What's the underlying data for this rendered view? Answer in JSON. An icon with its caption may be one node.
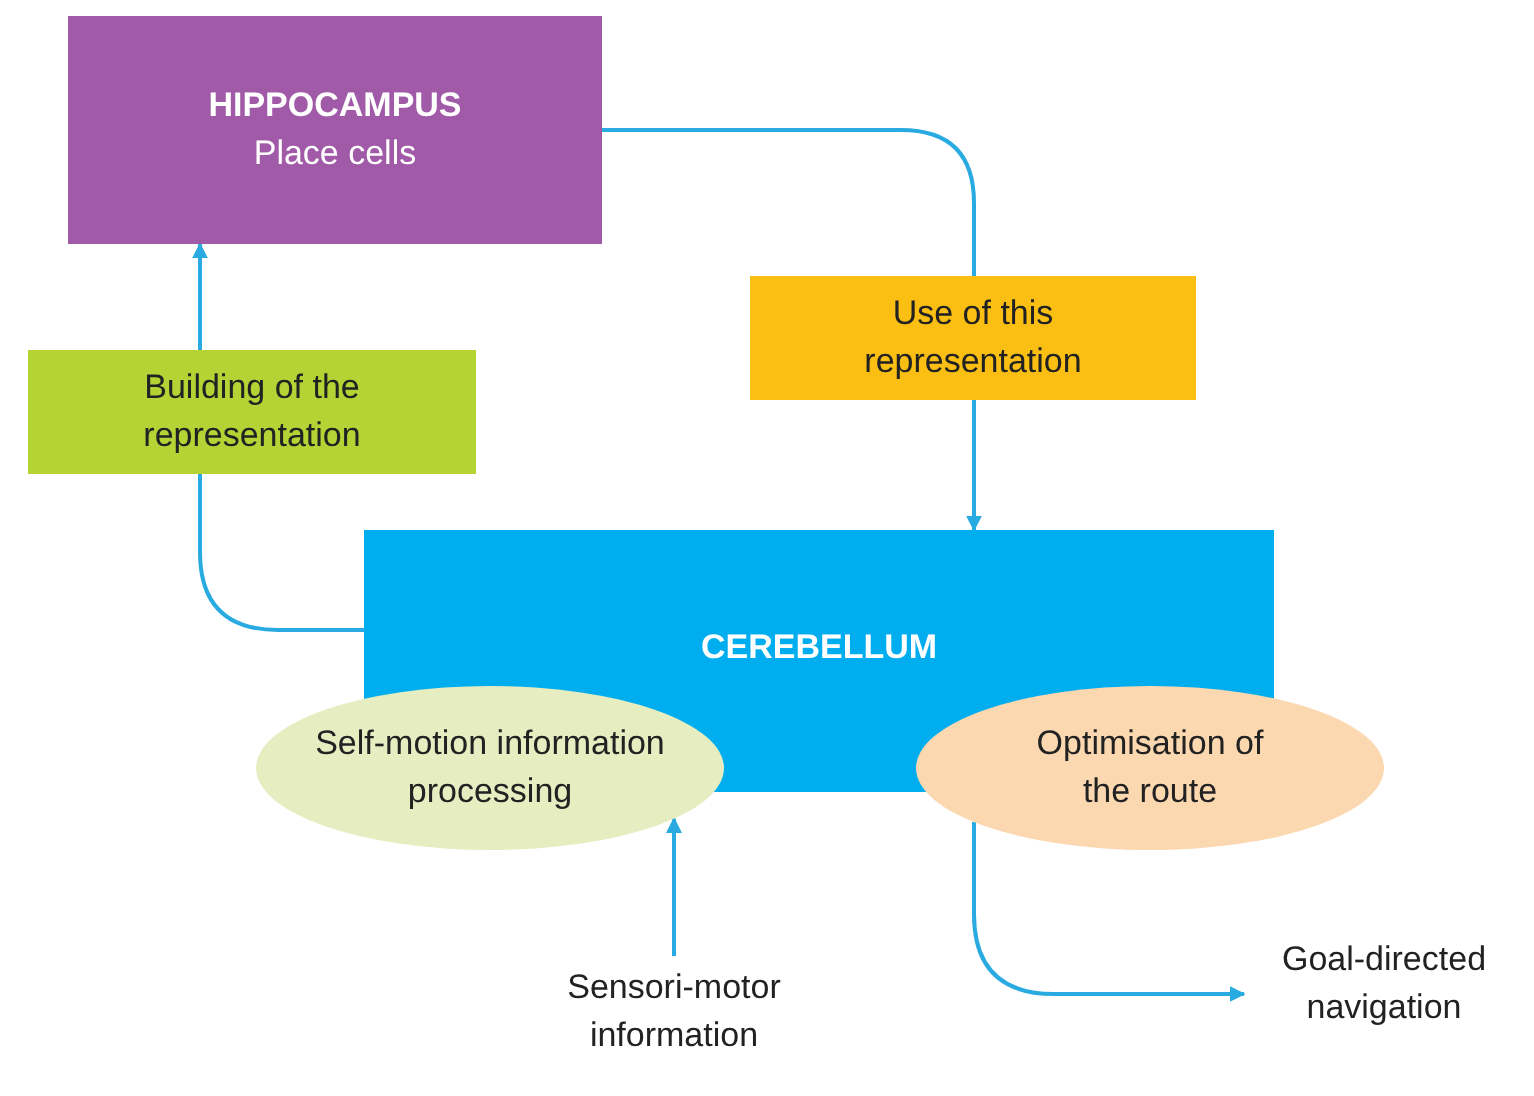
{
  "diagram": {
    "nodes": [
      {
        "text": [
          "HIPPOCAMPUS",
          "Place cells"
        ]
      },
      {
        "text": [
          "Building of the representation"
        ]
      },
      {
        "text": [
          "Use of this representation"
        ]
      },
      {
        "text": [
          "CEREBELLUM"
        ]
      },
      {
        "text": [
          "Self-motion information processing"
        ]
      },
      {
        "text": [
          "Optimisation of the route"
        ]
      },
      {
        "text": [
          "Sensori-motor information"
        ]
      },
      {
        "text": [
          "Goal-directed navigation"
        ]
      }
    ],
    "edges": [
      {
        "from": 3,
        "to": 1,
        "arrow": "none"
      },
      {
        "from": 1,
        "to": 0,
        "arrow": "to"
      },
      {
        "from": 0,
        "to": 2,
        "arrow": "none"
      },
      {
        "from": 2,
        "to": 3,
        "arrow": "to"
      },
      {
        "from": 6,
        "to": 4,
        "arrow": "to"
      },
      {
        "from": 5,
        "to": 7,
        "arrow": "to"
      }
    ]
  }
}
